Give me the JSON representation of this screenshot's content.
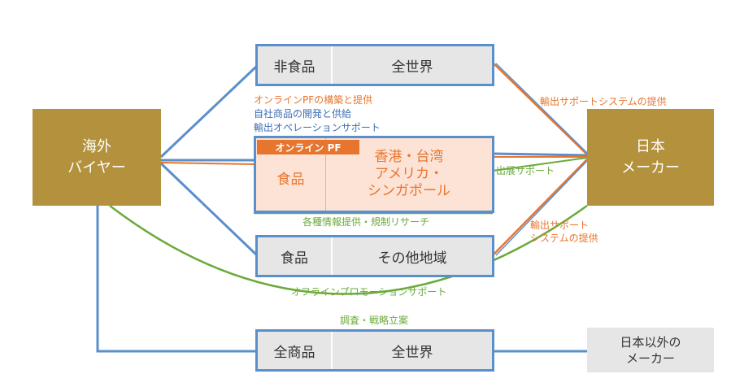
{
  "nodes": {
    "buyer": {
      "line1": "海外",
      "line2": "バイヤー"
    },
    "maker": {
      "line1": "日本",
      "line2": "メーカー"
    },
    "other_maker": {
      "line1": "日本以外の",
      "line2": "メーカー"
    }
  },
  "boxes": {
    "nonfood": {
      "left": "非食品",
      "right": "全世界"
    },
    "food_online": {
      "tag": "オンライン PF",
      "left": "食品",
      "right1": "香港・台湾",
      "right2": "アメリカ・",
      "right3": "シンガポール"
    },
    "food_other": {
      "left": "食品",
      "right": "その他地域"
    },
    "all": {
      "left": "全商品",
      "right": "全世界"
    }
  },
  "labels": {
    "online_pf": "オンラインPFの構築と提供",
    "own_products": "自社商品の開発と供給",
    "export_ops": "輸出オペレーションサポート",
    "export_support_top": "輸出サポートシステムの提供",
    "exhibit_support": "出展サポート",
    "info_research": "各種情報提供・規制リサーチ",
    "export_support_mid1": "輸出サポート",
    "export_support_mid2": "システムの提供",
    "offline_promo": "オフラインプロモーションサポート",
    "research_strategy": "調査・戦略立案"
  },
  "colors": {
    "gold": "#b3913d",
    "blue": "#5b8fca",
    "orange": "#e8752e",
    "green": "#6aaa3a",
    "box_gray": "#e6e6e6",
    "pink": "#fde3d6"
  }
}
